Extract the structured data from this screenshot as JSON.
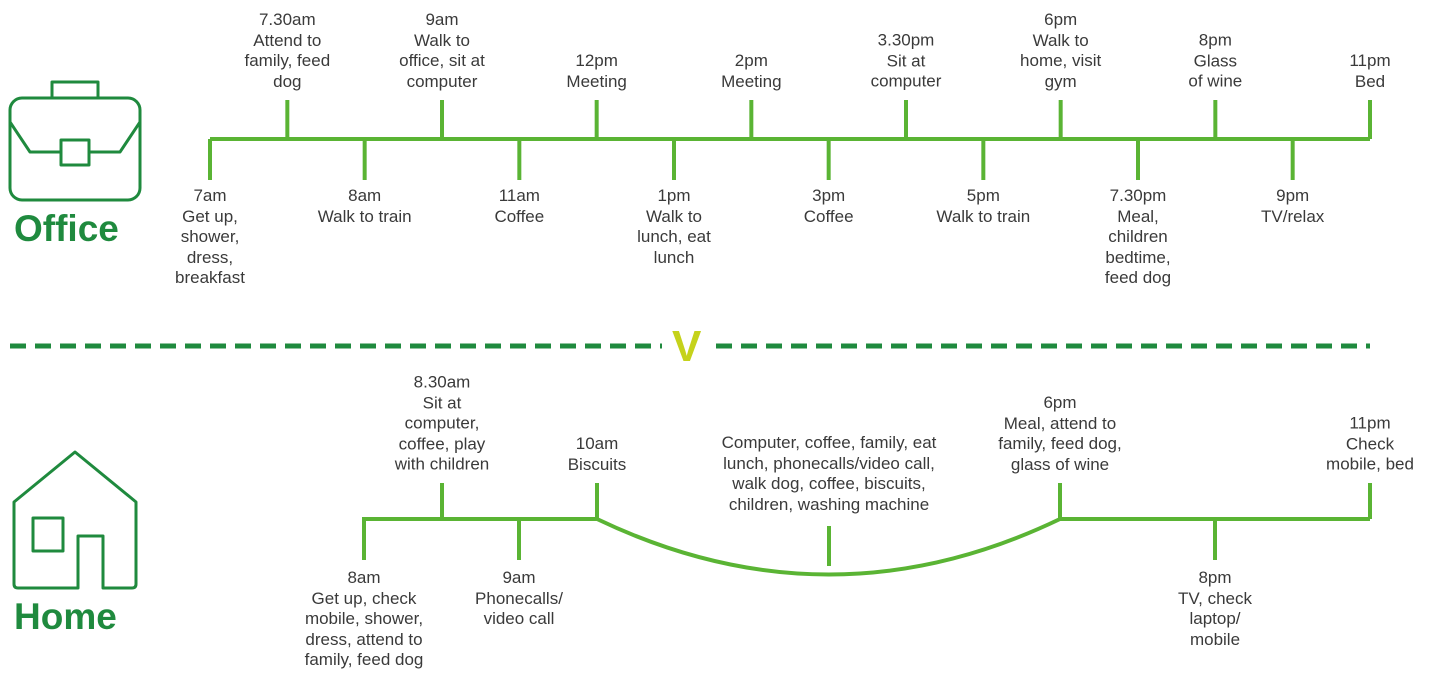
{
  "colors": {
    "line": "#5ab434",
    "dash": "#1f8a3e",
    "heading": "#1f8a3e",
    "versus": "#c5d21b",
    "text": "#3a3a3a"
  },
  "versus": "V",
  "office": {
    "title": "Office",
    "icon": "briefcase-icon",
    "events": [
      {
        "time": "7am",
        "text": "Get up,\nshower,\ndress,\nbreakfast"
      },
      {
        "time": "7.30am",
        "text": "Attend to\nfamily, feed\ndog"
      },
      {
        "time": "8am",
        "text": "Walk to train"
      },
      {
        "time": "9am",
        "text": "Walk to\noffice, sit at\ncomputer"
      },
      {
        "time": "11am",
        "text": "Coffee"
      },
      {
        "time": "12pm",
        "text": "Meeting"
      },
      {
        "time": "1pm",
        "text": "Walk to\nlunch, eat\nlunch"
      },
      {
        "time": "2pm",
        "text": "Meeting"
      },
      {
        "time": "3pm",
        "text": "Coffee"
      },
      {
        "time": "3.30pm",
        "text": "Sit at\ncomputer"
      },
      {
        "time": "5pm",
        "text": "Walk to train"
      },
      {
        "time": "6pm",
        "text": "Walk to\nhome, visit\ngym"
      },
      {
        "time": "7.30pm",
        "text": "Meal,\nchildren\nbedtime,\nfeed dog"
      },
      {
        "time": "8pm",
        "text": "Glass\nof wine"
      },
      {
        "time": "9pm",
        "text": "TV/relax"
      },
      {
        "time": "11pm",
        "text": "Bed"
      }
    ]
  },
  "home": {
    "title": "Home",
    "icon": "house-icon",
    "events": [
      {
        "time": "8am",
        "text": "Get up, check\nmobile, shower,\ndress, attend to\nfamily, feed dog"
      },
      {
        "time": "8.30am",
        "text": "Sit at\ncomputer,\ncoffee, play\nwith children"
      },
      {
        "time": "9am",
        "text": "Phonecalls/\nvideo call"
      },
      {
        "time": "10am",
        "text": "Biscuits"
      },
      {
        "time": "",
        "text": "Computer, coffee, family, eat\nlunch, phonecalls/video call,\nwalk dog, coffee, biscuits,\nchildren, washing machine"
      },
      {
        "time": "6pm",
        "text": "Meal, attend to\nfamily, feed dog,\nglass of wine"
      },
      {
        "time": "8pm",
        "text": "TV, check\nlaptop/\nmobile"
      },
      {
        "time": "11pm",
        "text": "Check\nmobile, bed"
      }
    ]
  }
}
